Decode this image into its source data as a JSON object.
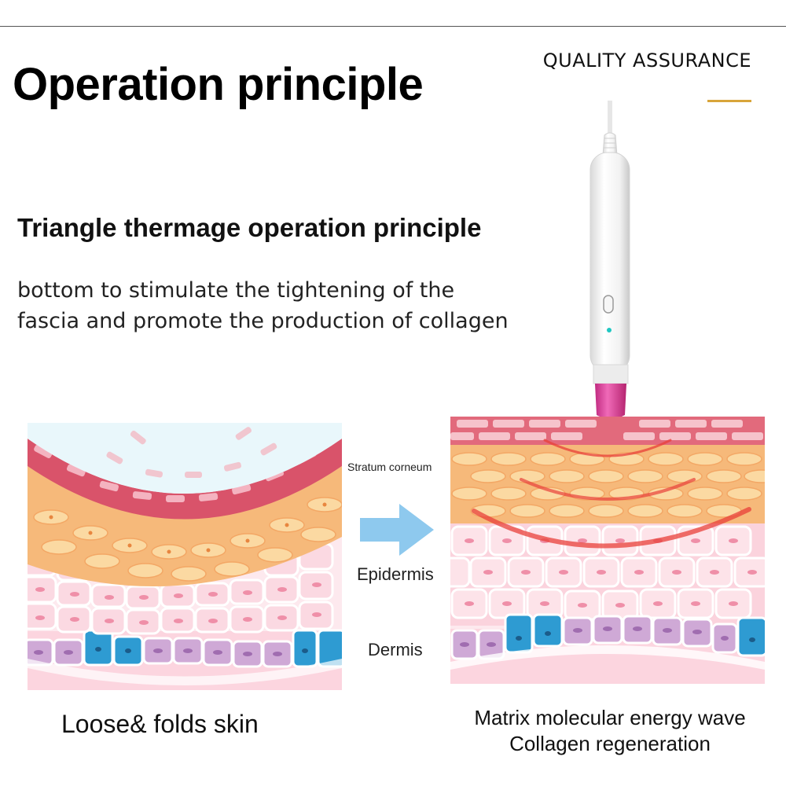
{
  "header": {
    "title": "Operation principle",
    "badge": "QUALITY ASSURANCE"
  },
  "content": {
    "subtitle": "Triangle thermage operation principle",
    "description_lines": [
      "bottom to stimulate the tightening of the",
      "fascia and promote the production of collagen"
    ]
  },
  "diagram": {
    "layer_labels": {
      "stratum": "Stratum corneum",
      "epidermis": "Epidermis",
      "dermis": "Dermis"
    },
    "caption_left": "Loose& folds skin",
    "caption_right_lines": [
      "Matrix molecular energy wave",
      "Collagen regeneration"
    ]
  },
  "colors": {
    "accent_line": "#d8a53a",
    "arrow": "#8ec9ee",
    "device_tip": "#e0489e",
    "energy_wave": "#e8403a"
  }
}
